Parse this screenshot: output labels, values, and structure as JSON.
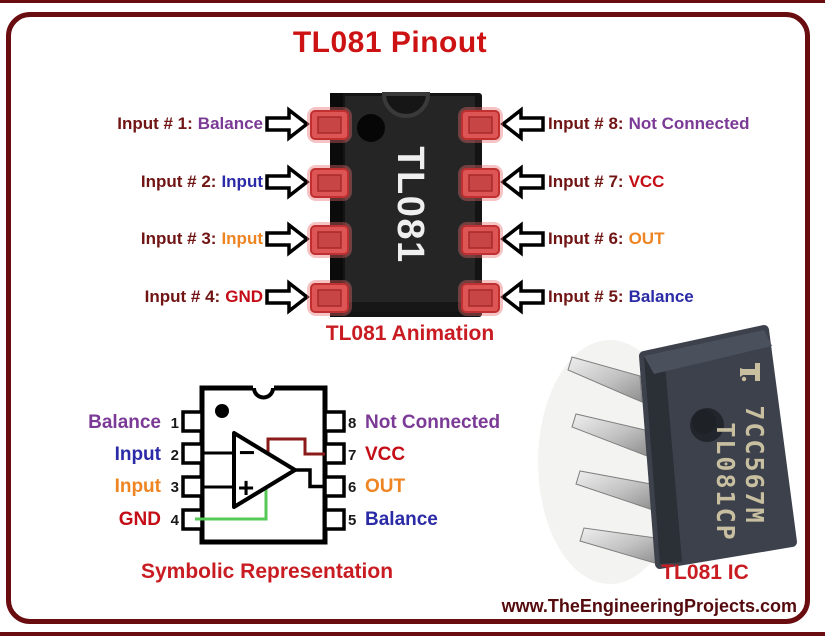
{
  "title": "TL081 Pinout",
  "animation": {
    "caption": "TL081 Animation",
    "chip_label": "TL081",
    "left_pins": [
      {
        "name": "Input # 1:",
        "value": "Balance",
        "color": "#7B3A96"
      },
      {
        "name": "Input # 2:",
        "value": "Input",
        "color": "#2B2BA8"
      },
      {
        "name": "Input # 3:",
        "value": "Input",
        "color": "#EE8422"
      },
      {
        "name": "Input # 4:",
        "value": "GND",
        "color": "#C40D17"
      }
    ],
    "right_pins": [
      {
        "name": "Input # 8:",
        "value": "Not Connected",
        "color": "#7B3A96"
      },
      {
        "name": "Input # 7:",
        "value": "VCC",
        "color": "#C40D17"
      },
      {
        "name": "Input # 6:",
        "value": "OUT",
        "color": "#EE8422"
      },
      {
        "name": "Input # 5:",
        "value": "Balance",
        "color": "#2B2BA8"
      }
    ]
  },
  "symbolic": {
    "caption": "Symbolic Representation",
    "left_pins": [
      {
        "num": "1",
        "label": "Balance",
        "color": "#7B3A96"
      },
      {
        "num": "2",
        "label": "Input",
        "color": "#2B2BA8"
      },
      {
        "num": "3",
        "label": "Input",
        "color": "#EE8422"
      },
      {
        "num": "4",
        "label": "GND",
        "color": "#C40D17"
      }
    ],
    "right_pins": [
      {
        "num": "8",
        "label": "Not Connected",
        "color": "#7B3A96"
      },
      {
        "num": "7",
        "label": "VCC",
        "color": "#C40D17"
      },
      {
        "num": "6",
        "label": "OUT",
        "color": "#EE8422"
      },
      {
        "num": "5",
        "label": "Balance",
        "color": "#2B2BA8"
      }
    ],
    "opamp": {
      "inverting": "−",
      "non_inverting": "+"
    }
  },
  "photo": {
    "caption": "TL081 IC",
    "marking_line1": "7CC567M",
    "marking_line2": "TL081CP"
  },
  "footer": {
    "website": "www.TheEngineeringProjects.com"
  },
  "colors": {
    "border": "#6A0D11",
    "title_red": "#CC1212",
    "caption_red": "#C81C22",
    "label_maroon": "#701414",
    "purple": "#7B3A96",
    "blue": "#2B2BA8",
    "orange": "#EE8422",
    "red": "#C40D17",
    "pin_highlight": "#DD5555",
    "chip_body": "#1A1A1A",
    "wire_green": "#55C955",
    "wire_maroon": "#8B1A1A",
    "ic_photo_body": "#3C414B",
    "ic_marking": "#C8BFA1"
  }
}
